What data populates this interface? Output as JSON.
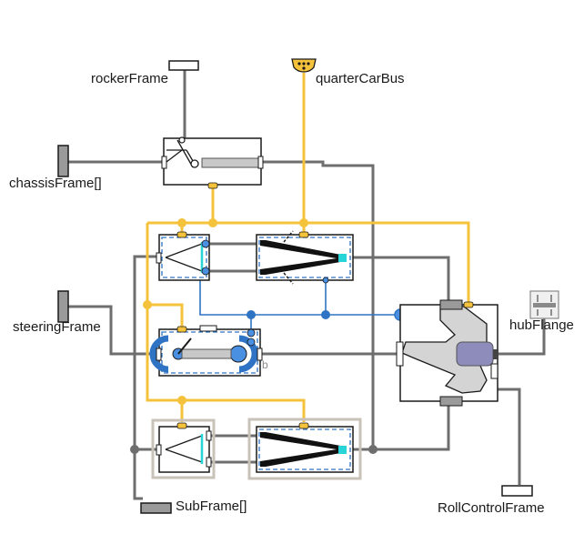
{
  "connectors": {
    "rocker_frame": "rockerFrame",
    "quarter_car_bus": "quarterCarBus",
    "chassis_frame": "chassisFrame[]",
    "steering_frame": "steeringFrame",
    "hub_flange": "hubFlange",
    "sub_frame": "SubFrame[]",
    "roll_control_frame": "RollControlFrame"
  },
  "component_labels": {
    "steering_rack_port_b": "b"
  },
  "colors": {
    "mechanical_wire": "#6e6e6e",
    "bus_wire": "#f5c23b",
    "signal_wire": "#2e73c4",
    "component_border": "#1a1a1a",
    "selection_dash": "#2e73c4",
    "frame_fill": "#9a9a9a",
    "knuckle_fill": "#d4d4d4",
    "cyan_accent": "#27d4d8"
  },
  "icons": [
    "rocker-frame-connector-icon",
    "quarter-car-bus-connector-icon",
    "chassis-frame-connector-icon",
    "steering-frame-connector-icon",
    "hub-flange-connector-icon",
    "sub-frame-connector-icon",
    "roll-control-frame-connector-icon",
    "damper-icon",
    "upper-link-icon",
    "upper-wishbone-icon",
    "steering-rack-icon",
    "lower-link-icon",
    "lower-wishbone-icon",
    "wheel-knuckle-icon"
  ]
}
